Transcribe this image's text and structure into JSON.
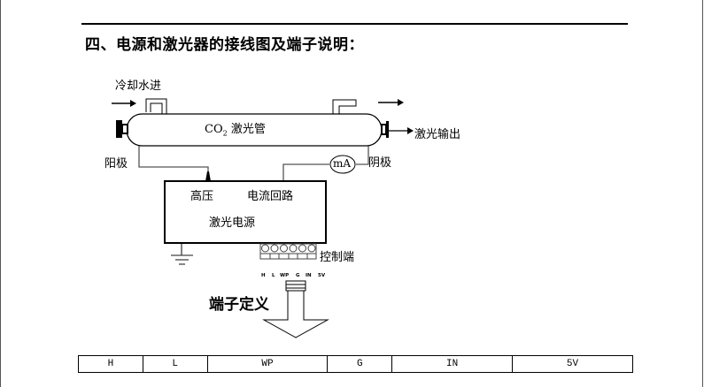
{
  "heading": "四、电源和激光器的接线图及端子说明：",
  "diagram": {
    "cooling_water_in": "冷却水进",
    "tube_label_prefix": "CO",
    "tube_label_sub": "2",
    "tube_label_suffix": " 激光管",
    "laser_output": "激光输出",
    "anode": "阳极",
    "cathode": "阴极",
    "ammeter": "mA",
    "psu": {
      "high_voltage": "高压",
      "current_loop": "电流回路",
      "name": "激光电源"
    },
    "control_port": "控制端",
    "pin_labels": [
      "H",
      "L",
      "WP",
      "G",
      "IN",
      "5V"
    ]
  },
  "terminal_definition_title": "端子定义",
  "terminal_table": [
    "H",
    "L",
    "WP",
    "G",
    "IN",
    "5V"
  ]
}
